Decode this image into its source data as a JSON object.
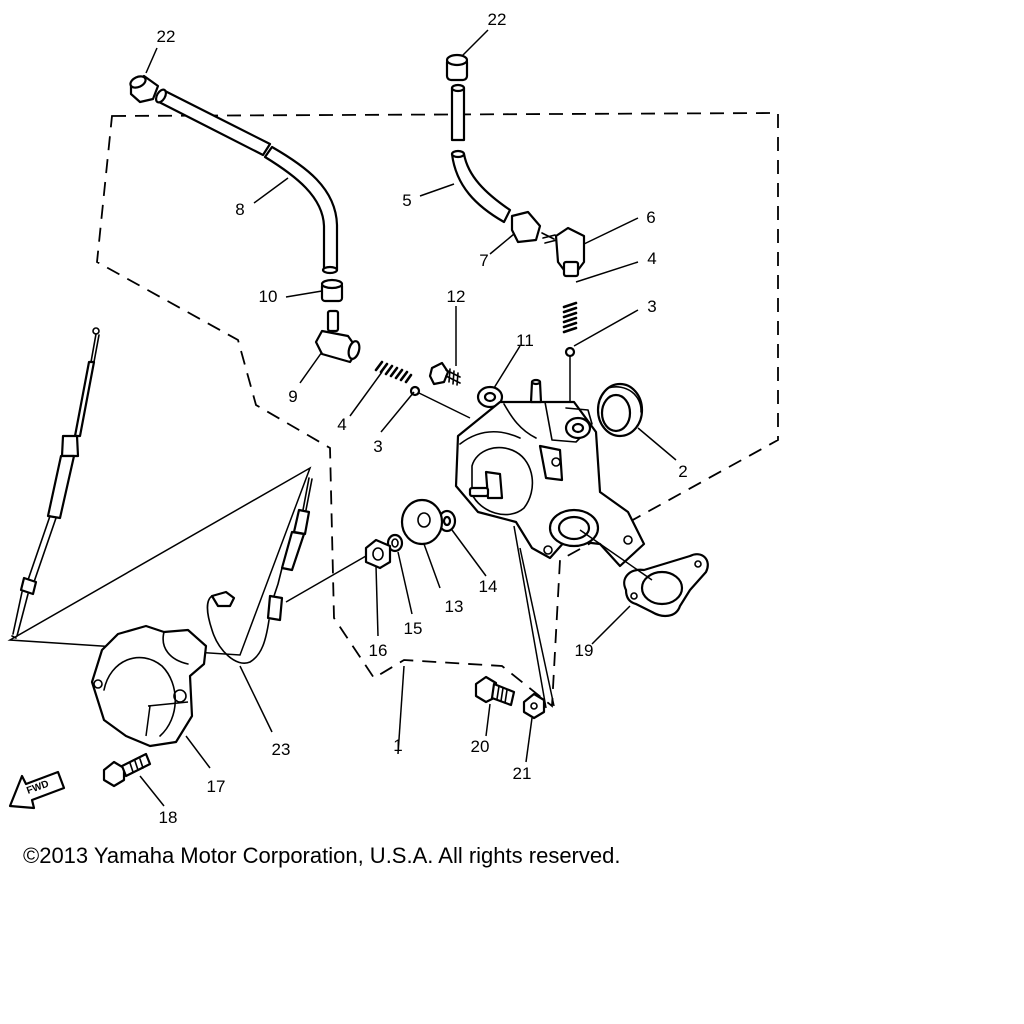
{
  "diagram": {
    "callouts": [
      {
        "id": "c22a",
        "label": "22"
      },
      {
        "id": "c22b",
        "label": "22"
      },
      {
        "id": "c8",
        "label": "8"
      },
      {
        "id": "c5",
        "label": "5"
      },
      {
        "id": "c6",
        "label": "6"
      },
      {
        "id": "c7",
        "label": "7"
      },
      {
        "id": "c4a",
        "label": "4"
      },
      {
        "id": "c3a",
        "label": "3"
      },
      {
        "id": "c10",
        "label": "10"
      },
      {
        "id": "c12",
        "label": "12"
      },
      {
        "id": "c11",
        "label": "11"
      },
      {
        "id": "c9",
        "label": "9"
      },
      {
        "id": "c4b",
        "label": "4"
      },
      {
        "id": "c3b",
        "label": "3"
      },
      {
        "id": "c2",
        "label": "2"
      },
      {
        "id": "c14",
        "label": "14"
      },
      {
        "id": "c13",
        "label": "13"
      },
      {
        "id": "c15",
        "label": "15"
      },
      {
        "id": "c16",
        "label": "16"
      },
      {
        "id": "c19",
        "label": "19"
      },
      {
        "id": "c1",
        "label": "1"
      },
      {
        "id": "c20",
        "label": "20"
      },
      {
        "id": "c21",
        "label": "21"
      },
      {
        "id": "c23",
        "label": "23"
      },
      {
        "id": "c17",
        "label": "17"
      },
      {
        "id": "c18",
        "label": "18"
      }
    ],
    "fwd_label": "FWD"
  },
  "footer": {
    "copyright": "©2013 Yamaha Motor Corporation, U.S.A. All rights reserved."
  }
}
